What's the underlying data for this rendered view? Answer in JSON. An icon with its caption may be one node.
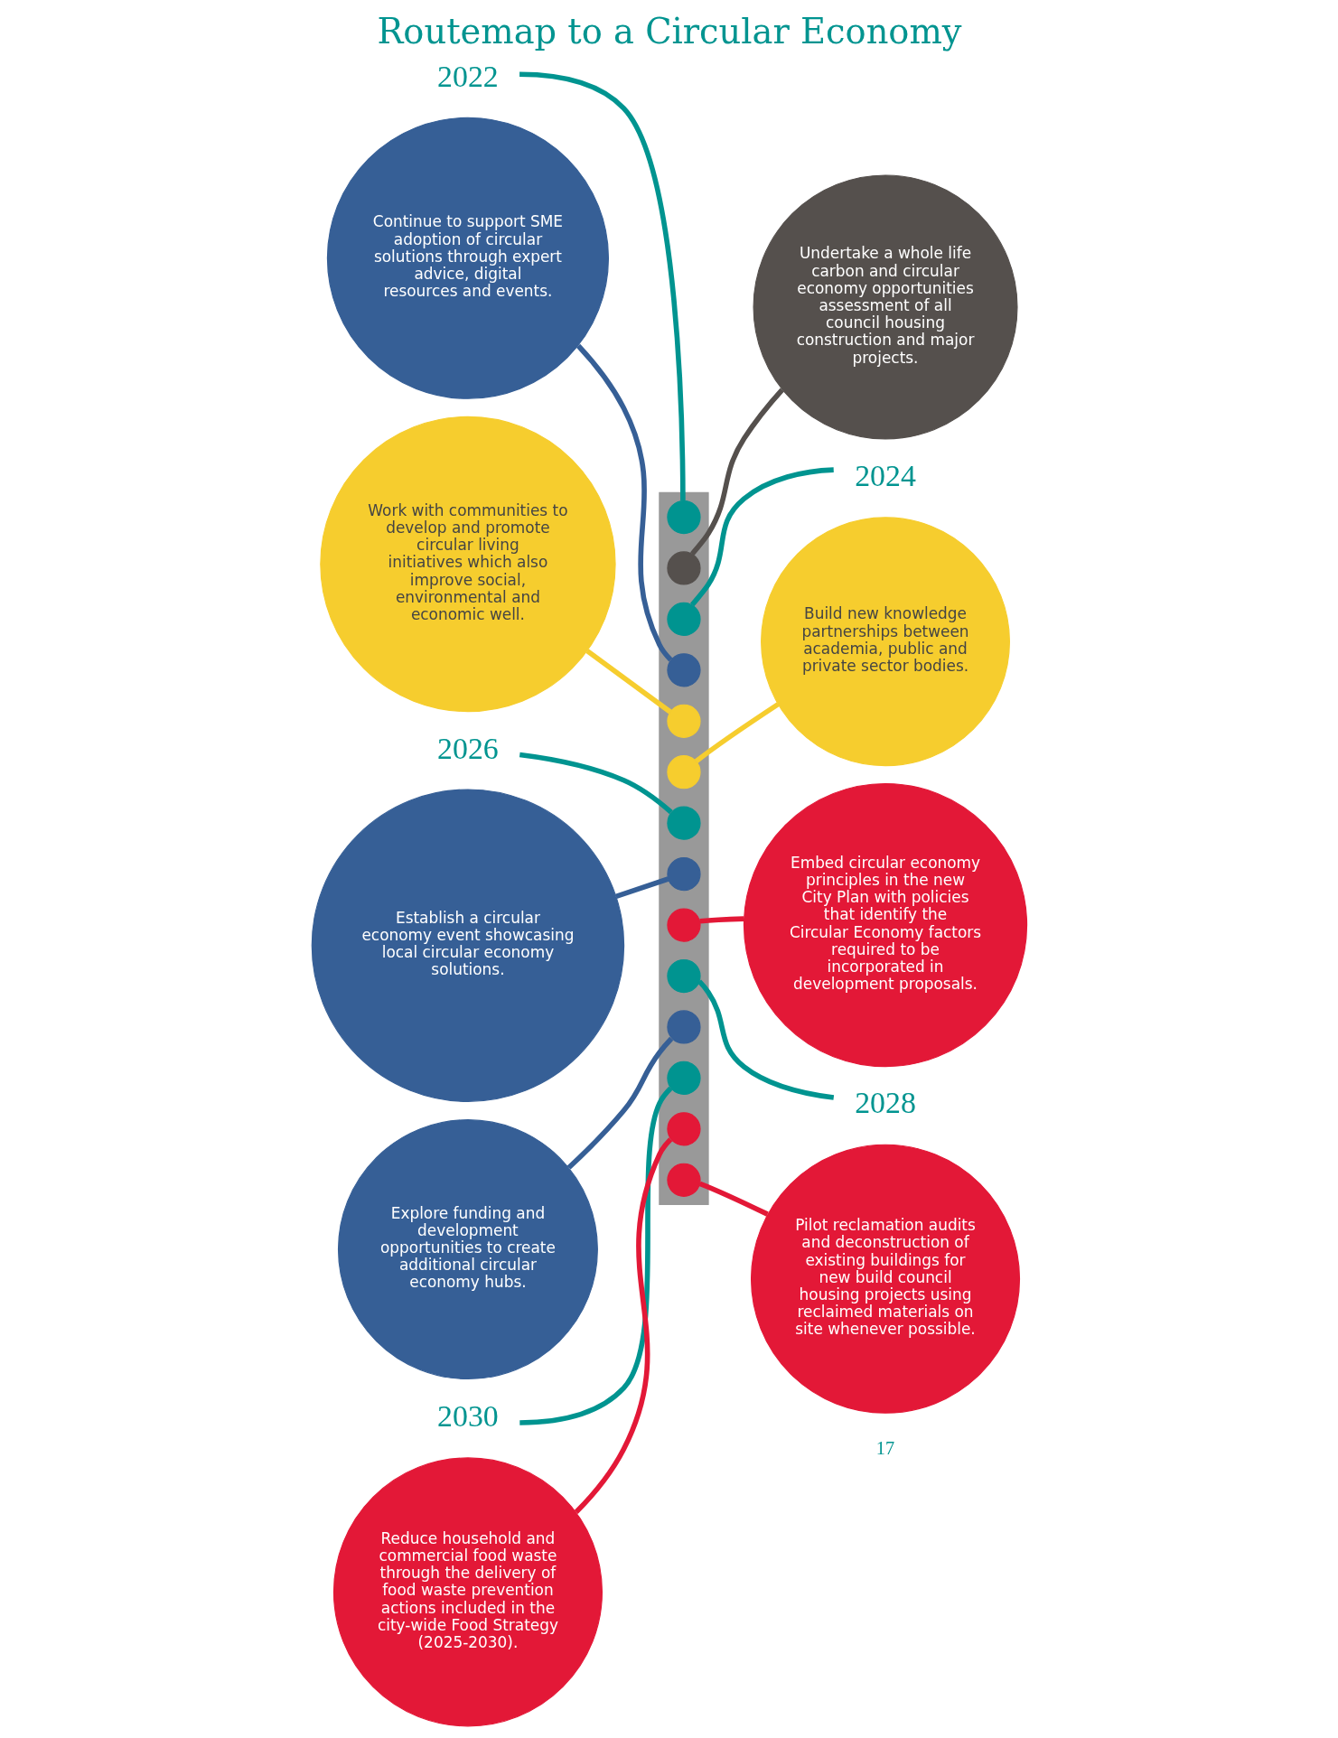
{
  "diagram": {
    "title": "Routemap to a Circular Economy",
    "nodes": [
      {
        "text": [],
        "shape": "bar"
      },
      {
        "text": [],
        "shape": "circle",
        "in": 0
      },
      {
        "text": [],
        "shape": "circle",
        "in": 0
      },
      {
        "text": [],
        "shape": "circle",
        "in": 0
      },
      {
        "text": [],
        "shape": "circle",
        "in": 0
      },
      {
        "text": [],
        "shape": "circle",
        "in": 0
      },
      {
        "text": [],
        "shape": "circle",
        "in": 0
      },
      {
        "text": [],
        "shape": "circle",
        "in": 0
      },
      {
        "text": [],
        "shape": "circle",
        "in": 0
      },
      {
        "text": [],
        "shape": "circle",
        "in": 0
      },
      {
        "text": [],
        "shape": "circle",
        "in": 0
      },
      {
        "text": [],
        "shape": "circle",
        "in": 0
      },
      {
        "text": [],
        "shape": "circle",
        "in": 0
      },
      {
        "text": [],
        "shape": "circle",
        "in": 0
      },
      {
        "text": [],
        "shape": "circle",
        "in": 0
      },
      {
        "text": [
          "2022"
        ]
      },
      {
        "text": [
          "Undertake a whole life carbon and circular economy opportunities assessment of all council housing construction and major projects."
        ]
      },
      {
        "text": [
          "2024"
        ]
      },
      {
        "text": [
          "Continue to support SME adoption of circular solutions through expert advice, digital resources and events."
        ]
      },
      {
        "text": [
          "Work with communities to develop and promote circular living initiatives which also improve social, environmental and economic well."
        ]
      },
      {
        "text": [
          "Build new knowledge partnerships between academia, public and private sector bodies."
        ]
      },
      {
        "text": [
          "2026"
        ]
      },
      {
        "text": [
          "Establish a circular economy event showcasing local circular economy solutions."
        ]
      },
      {
        "text": [
          "Embed circular economy principles in the new City Plan with policies that identify the Circular Economy factors required to be incorporated in development proposals."
        ]
      },
      {
        "text": [
          "2028"
        ]
      },
      {
        "text": [
          "Explore funding and development opportunities to create additional circular economy hubs."
        ]
      },
      {
        "text": [
          "2030"
        ]
      },
      {
        "text": [
          "Reduce household and commercial food waste through the delivery of food waste prevention actions included in the city-wide Food Strategy (2025-2030)."
        ]
      },
      {
        "text": [
          "Pilot reclamation audits and deconstruction of existing buildings for new build council housing projects using reclaimed materials on site whenever possible."
        ]
      }
    ],
    "edges": [
      {
        "from": 15,
        "to": 1,
        "arrow": "none",
        "color": "#009490"
      },
      {
        "from": 16,
        "to": 2,
        "arrow": "none",
        "color": "#55504d"
      },
      {
        "from": 17,
        "to": 3,
        "arrow": "none",
        "color": "#009490"
      },
      {
        "from": 18,
        "to": 4,
        "arrow": "none",
        "color": "#365f96"
      },
      {
        "from": 19,
        "to": 5,
        "arrow": "none",
        "color": "#f6cd2e"
      },
      {
        "from": 20,
        "to": 6,
        "arrow": "none",
        "color": "#f6cd2e"
      },
      {
        "from": 21,
        "to": 7,
        "arrow": "none",
        "color": "#009490"
      },
      {
        "from": 22,
        "to": 8,
        "arrow": "none",
        "color": "#365f96"
      },
      {
        "from": 23,
        "to": 9,
        "arrow": "none",
        "color": "#e31837"
      },
      {
        "from": 24,
        "to": 10,
        "arrow": "none",
        "color": "#009490"
      },
      {
        "from": 25,
        "to": 11,
        "arrow": "none",
        "color": "#365f96"
      },
      {
        "from": 26,
        "to": 12,
        "arrow": "none",
        "color": "#009490"
      },
      {
        "from": 27,
        "to": 13,
        "arrow": "none",
        "color": "#e31837"
      },
      {
        "from": 28,
        "to": 14,
        "arrow": "none",
        "color": "#e31837"
      }
    ],
    "labels": [
      "17"
    ]
  }
}
